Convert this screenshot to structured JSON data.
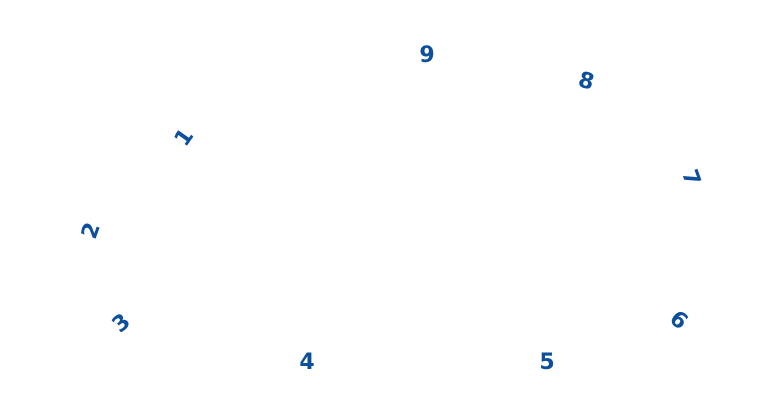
{
  "color": "#0d4f9a",
  "digits": [
    {
      "label": "1",
      "rotation_deg": -55
    },
    {
      "label": "2",
      "rotation_deg": -70
    },
    {
      "label": "3",
      "rotation_deg": -40
    },
    {
      "label": "4",
      "rotation_deg": 0
    },
    {
      "label": "5",
      "rotation_deg": 0
    },
    {
      "label": "6",
      "rotation_deg": 40
    },
    {
      "label": "7",
      "rotation_deg": 70
    },
    {
      "label": "8",
      "rotation_deg": 15
    },
    {
      "label": "9",
      "rotation_deg": 0
    }
  ]
}
